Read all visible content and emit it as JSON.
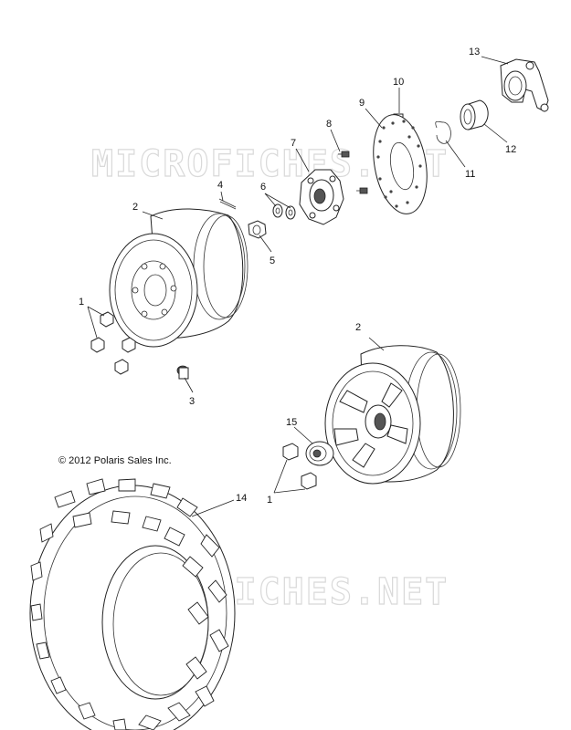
{
  "copyright": "© 2012 Polaris Sales Inc.",
  "watermarks": [
    "MICROFICHES.NET",
    "MICROFICHES.NET"
  ],
  "callouts": [
    {
      "id": "13",
      "text": "13"
    },
    {
      "id": "10",
      "text": "10"
    },
    {
      "id": "9",
      "text": "9"
    },
    {
      "id": "8",
      "text": "8"
    },
    {
      "id": "7",
      "text": "7"
    },
    {
      "id": "12",
      "text": "12"
    },
    {
      "id": "11",
      "text": "11"
    },
    {
      "id": "4",
      "text": "4"
    },
    {
      "id": "6",
      "text": "6"
    },
    {
      "id": "2a",
      "text": "2"
    },
    {
      "id": "5",
      "text": "5"
    },
    {
      "id": "1a",
      "text": "1"
    },
    {
      "id": "3",
      "text": "3"
    },
    {
      "id": "2b",
      "text": "2"
    },
    {
      "id": "15",
      "text": "15"
    },
    {
      "id": "1b",
      "text": "1"
    },
    {
      "id": "14",
      "text": "14"
    }
  ]
}
